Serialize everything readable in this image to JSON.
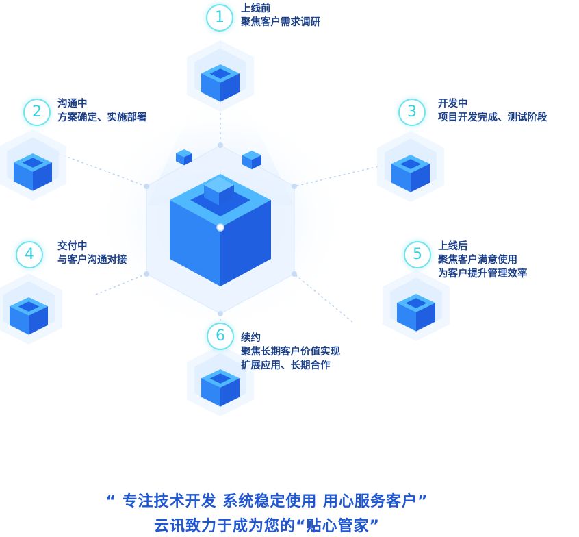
{
  "steps": [
    {
      "number": "1",
      "title": "上线前",
      "lines": [
        "聚焦客户需求调研"
      ]
    },
    {
      "number": "2",
      "title": "沟通中",
      "lines": [
        "方案确定、实施部署"
      ]
    },
    {
      "number": "3",
      "title": "开发中",
      "lines": [
        "项目开发完成、测试阶段"
      ]
    },
    {
      "number": "4",
      "title": "交付中",
      "lines": [
        "与客户沟通对接"
      ]
    },
    {
      "number": "5",
      "title": "上线后",
      "lines": [
        "聚焦客户满意使用",
        "为客户提升管理效率"
      ]
    },
    {
      "number": "6",
      "title": "续约",
      "lines": [
        "聚焦长期客户价值实现",
        "扩展应用、长期合作"
      ]
    }
  ],
  "slogan": {
    "line1": "“ 专注技术开发 系统稳定使用 用心服务客户”",
    "line2": "云讯致力于成为您的“贴心管家”"
  },
  "colors": {
    "cube_top": "#4fb8ff",
    "cube_left": "#2f86f4",
    "cube_right": "#1f5fe0",
    "badge_border": "#6fe3ee",
    "text_dark": "#1b3f86",
    "slogan": "#1f56d2"
  }
}
